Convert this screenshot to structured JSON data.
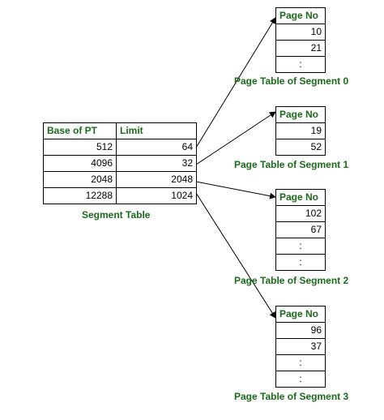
{
  "segment_table": {
    "headers": [
      "Base of PT",
      "Limit"
    ],
    "rows": [
      {
        "base": "512",
        "limit": "64"
      },
      {
        "base": "4096",
        "limit": "32"
      },
      {
        "base": "2048",
        "limit": "2048"
      },
      {
        "base": "12288",
        "limit": "1024"
      }
    ],
    "caption": "Segment Table"
  },
  "page_tables": [
    {
      "header": "Page No",
      "entries": [
        "10",
        "21",
        ":"
      ],
      "caption": "Page Table of Segment 0"
    },
    {
      "header": "Page No",
      "entries": [
        "19",
        "52"
      ],
      "caption": "Page Table of Segment 1"
    },
    {
      "header": "Page No",
      "entries": [
        "102",
        "67",
        ":",
        ":"
      ],
      "caption": "Page Table of Segment 2"
    },
    {
      "header": "Page No",
      "entries": [
        "96",
        "37",
        ":",
        ":"
      ],
      "caption": "Page Table of Segment 3"
    }
  ],
  "colors": {
    "label": "#1a6b1a",
    "line": "#000000"
  }
}
